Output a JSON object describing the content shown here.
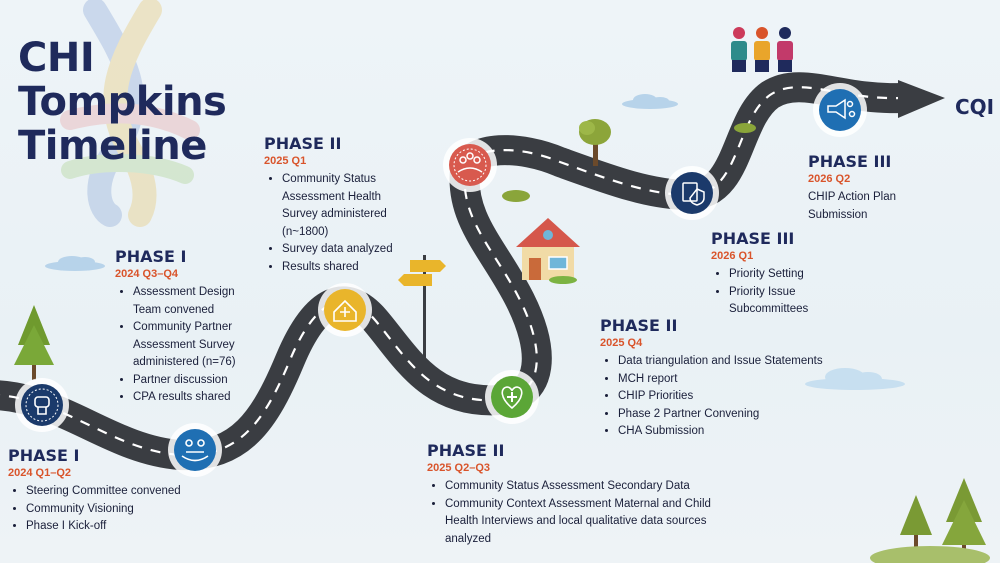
{
  "title_lines": [
    "CHI",
    "Tompkins",
    "Timeline"
  ],
  "end_label": "CQI",
  "phases": [
    {
      "title": "PHASE I",
      "quarter": "2024 Q1–Q2",
      "items": [
        "Steering Committee convened",
        "Community Visioning",
        "Phase I Kick-off"
      ],
      "icon": "raised-fist-icon"
    },
    {
      "title": "PHASE I",
      "quarter": "2024 Q3–Q4",
      "items": [
        "Assessment Design Team convened",
        "Community Partner Assessment Survey administered (n=76)",
        "Partner discussion",
        "CPA results shared"
      ],
      "icon": "helping-hands-people-icon"
    },
    {
      "title": "PHASE II",
      "quarter": "2025 Q1",
      "items": [
        "Community Status Assessment Health Survey administered (n~1800)",
        "Survey data analyzed",
        "Results shared"
      ],
      "icon": "health-home-icon"
    },
    {
      "title": "PHASE II",
      "quarter": "2025 Q2–Q3",
      "items": [
        "Community Status Assessment Secondary Data",
        "Community Context Assessment Maternal and Child Health Interviews and local qualitative data sources analyzed"
      ],
      "icon": "heart-cross-icon"
    },
    {
      "title": "PHASE II",
      "quarter": "2025 Q4",
      "items": [
        "Data triangulation and Issue Statements",
        "MCH report",
        "CHIP Priorities",
        "Phase 2 Partner Convening",
        "CHA Submission"
      ],
      "icon": "people-circle-icon"
    },
    {
      "title": "PHASE III",
      "quarter": "2026 Q1",
      "items": [
        "Priority Setting",
        "Priority Issue Subcommittees"
      ],
      "icon": "shield-document-icon"
    },
    {
      "title": "PHASE III",
      "quarter": "2026 Q2",
      "text": "CHIP Action Plan Submission",
      "icon": "megaphone-people-icon"
    }
  ],
  "colors": {
    "title": "#1f2a5c",
    "quarter": "#d9542b",
    "road": "#3a3d42",
    "node_blue": "#1f6fb3",
    "node_red": "#d85a4e",
    "node_yellow": "#e9b52b",
    "node_green": "#5ba637",
    "node_navy": "#1b3a6b"
  }
}
